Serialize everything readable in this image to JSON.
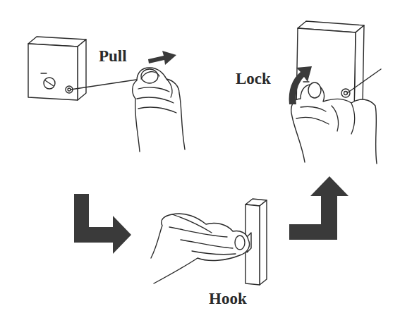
{
  "diagram": {
    "labels": [
      "Pull",
      "Hook",
      "Lock"
    ]
  }
}
